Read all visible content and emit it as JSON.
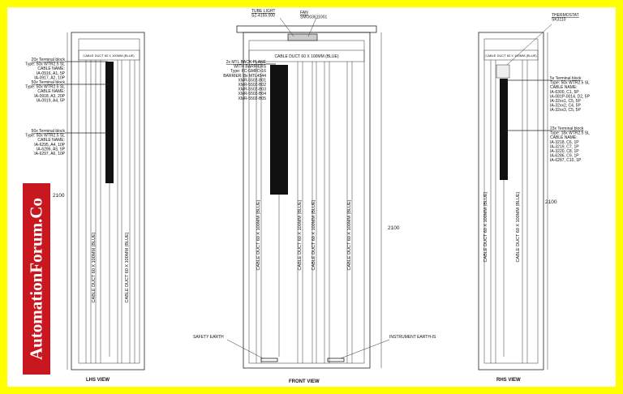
{
  "watermark": {
    "text": "AutomationForum.Co",
    "color": "#c8171e"
  },
  "frame_color": "#ffff00",
  "views": {
    "lhs": "LHS VIEW",
    "front": "FRONT VIEW",
    "rhs": "RHS VIEW"
  },
  "height_dim": "2100",
  "duct_top": "CABLE DUCT 60 X 100MM (BLUE)",
  "duct_vertical": "CABLE DUCT 60 X 100MM (BLUE)",
  "front_top": {
    "tube_light": [
      "TUBE LIGHT",
      "SZ-4155.000"
    ],
    "fan": [
      "FAN",
      "SMO03611001"
    ]
  },
  "lhs_blocks": [
    [
      "20x Terminal block",
      "Type: 50x WTR2.5 SL",
      "CABLE NAME:",
      "IA-0916, A1, 5P",
      "IA-0917, A2, 10P"
    ],
    [
      "50x Terminal block",
      "Type: 50x WTR2.5 SL",
      "CABLE NAME:",
      "IA-0918, A3, 20P",
      "IA-0919, A4, 5P"
    ],
    [
      "50x Terminal block",
      "Type: 50x WTR2.5 SL",
      "CABLE NAME:",
      "IA-6295, A4, 10P",
      "IA-6296, A5, 5P",
      "IA-6297, A6, 10P"
    ]
  ],
  "front_block": [
    "2x MTL BACK PLANE",
    "WITH BARRIERS",
    "Type: FC-GMFD-16",
    "BARRIER: 8x MTL4544",
    "XMR-5502-B01",
    "XMR-5502-B02",
    "XMR-5502-B03",
    "XMR-5502-B04",
    "XMR-5502-B05"
  ],
  "rhs_thermostat": [
    "THERMOSTAT",
    "SK3110"
  ],
  "rhs_blocks": [
    [
      "5x Terminal block",
      "Type: 50x WTR2.5 SL",
      "CABLE NAME:",
      "IA-6300, C1, 5P",
      "IA-081P-0014, D2, 5P",
      "IA-32xx1, C5, 5P",
      "IA-32xx2, C4, 5P",
      "IA-32xx3, C5, 5P"
    ],
    [
      "23x Terminal block",
      "Type: 18x WTR2.5 SL",
      "CABLE NAME:",
      "IA-3218, C6, 1P",
      "IA-3219, C7, 1P",
      "IA-3220, C8, 1P",
      "IA-6286, C9, 1P",
      "IA-6287, C10, 1P"
    ]
  ],
  "earth": {
    "safety": "SAFETY EARTH",
    "instrument": "INSTRUMENT EARTH-IS"
  }
}
